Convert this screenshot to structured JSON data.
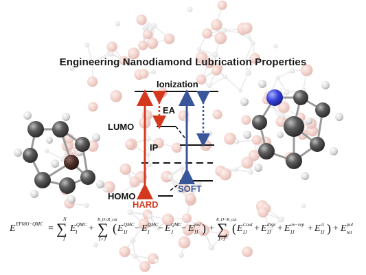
{
  "title": "Engineering Nanodiamond Lubrication Properties",
  "labels": {
    "ionization": "Ionization",
    "ea": "EA",
    "lumo": "LUMO",
    "ip": "IP",
    "homo": "HOMO",
    "hard": "HARD",
    "soft": "SOFT"
  },
  "equation": {
    "lhs_sup": "EFMO−QMC",
    "rhs_plain": "E",
    "i_sup": "QMC",
    "sum1_bottom": "I",
    "sum1_top": "N",
    "sum2_bottom": "I>J",
    "sum2_top": "R_IJ≤R_cut",
    "ij_sup": "QMC",
    "ij_pol_sup": "pol",
    "sum3_bottom": "I>J",
    "sum3_top": "R_IJ<R_cut",
    "coul_sup": "Coul",
    "disp_sup": "disp",
    "exrep_sup": "ex−rep",
    "ct_sup": "ct",
    "tot_pol_sup": "pol",
    "tot_sub": "tot"
  },
  "colors": {
    "hard": "#d4391f",
    "soft": "#3a569a",
    "atom_background": "#e8a59a",
    "carbon": "#555555",
    "hydrogen": "#dddddd",
    "nitrogen": "#3340d8"
  },
  "icons": [
    "nanodiamond-cluster-background",
    "left-molecule",
    "right-molecule"
  ]
}
